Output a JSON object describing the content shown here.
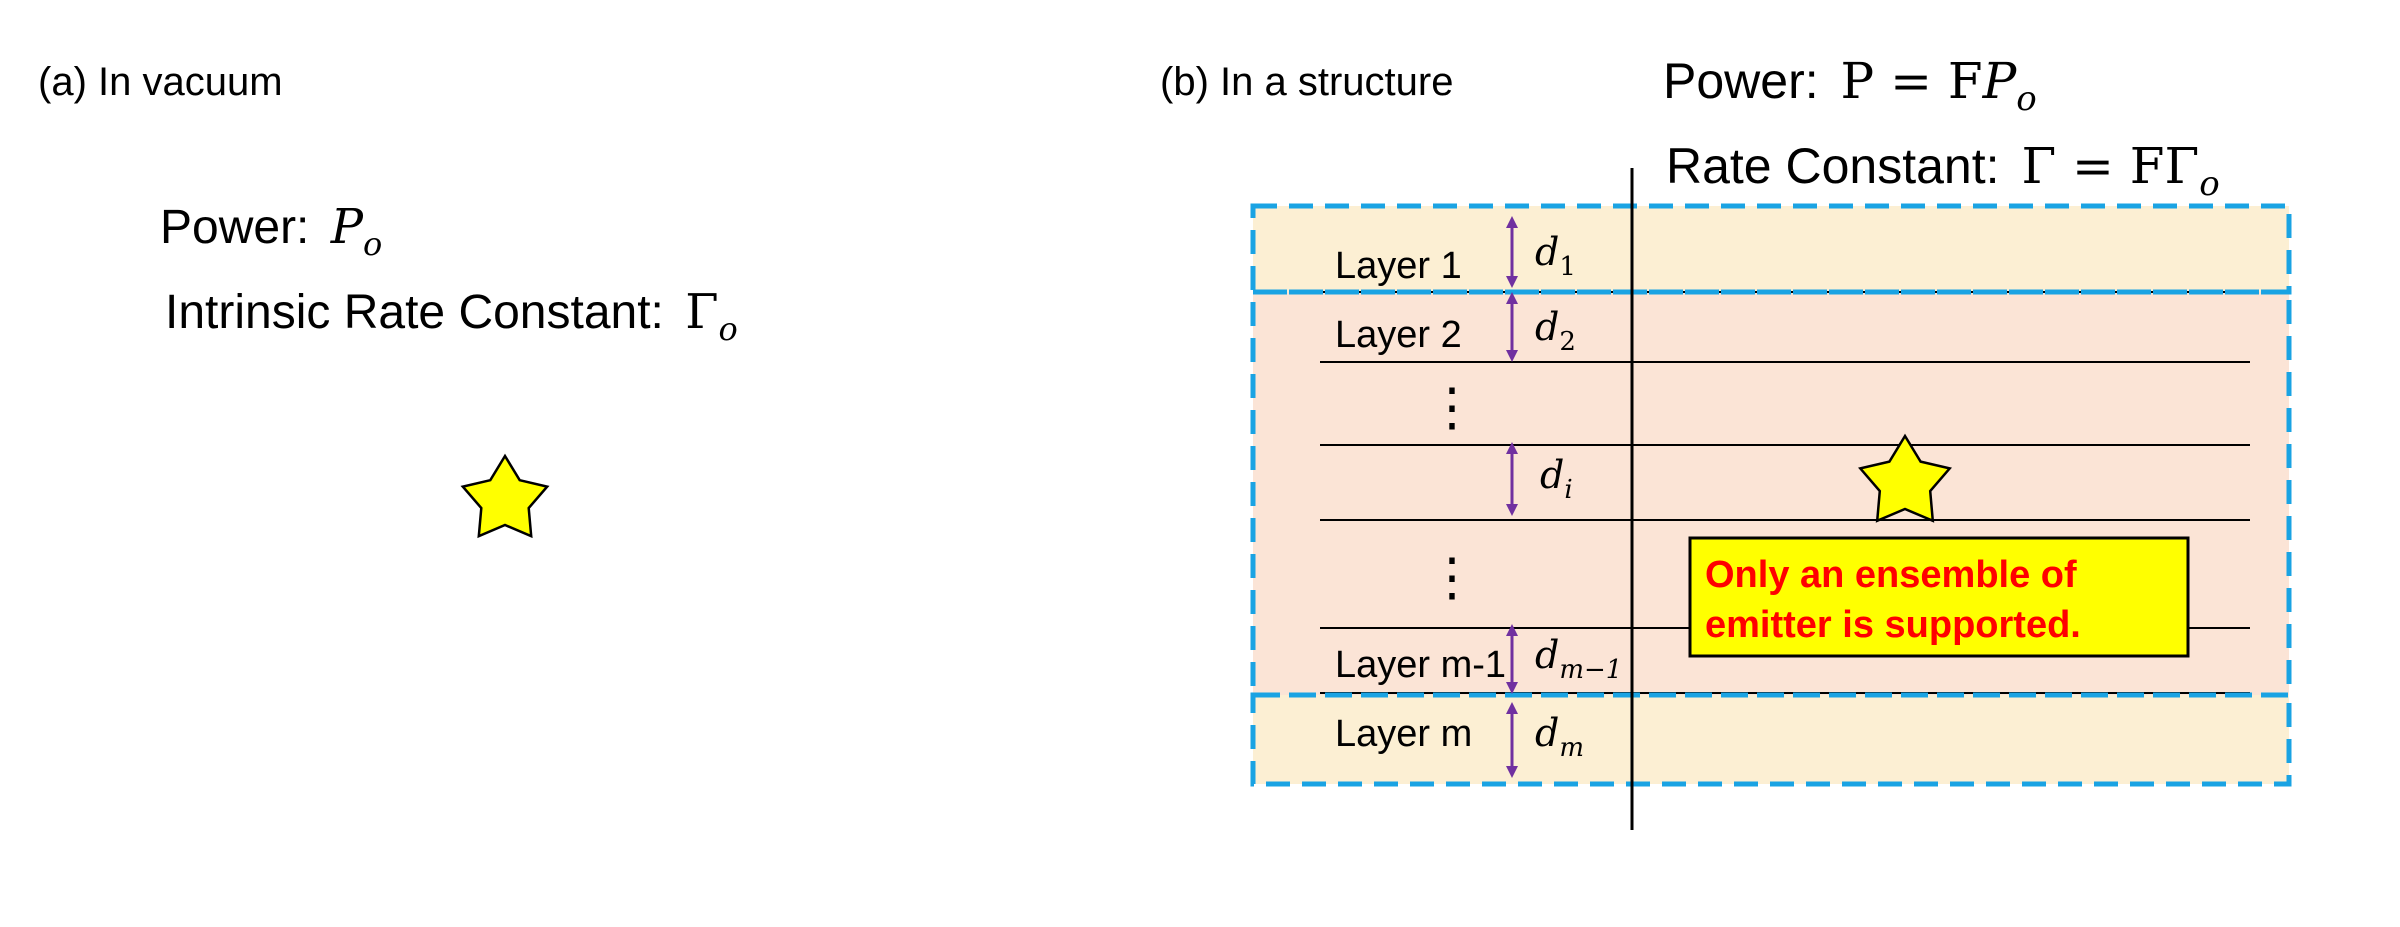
{
  "panel_a": {
    "label": "(a) In vacuum",
    "power_label": "Power:",
    "power_sym": "P",
    "power_sub": "o",
    "rate_label": "Intrinsic Rate Constant:",
    "rate_sym": "Γ",
    "rate_sub": "o"
  },
  "panel_b": {
    "label": "(b) In a structure",
    "power_label": "Power:",
    "power_eq": "P = F",
    "power_sym": "P",
    "power_sub": "o",
    "rate_label": "Rate Constant:",
    "rate_eq": "Γ = FΓ",
    "rate_sub": "o",
    "layers": [
      {
        "name": "Layer 1",
        "thickness": "d",
        "sub": "1"
      },
      {
        "name": "Layer 2",
        "thickness": "d",
        "sub": "2"
      },
      {
        "name": "",
        "thickness": "d",
        "sub": "i"
      },
      {
        "name": "Layer m-1",
        "thickness": "d",
        "sub": "m−1"
      },
      {
        "name": "Layer m",
        "thickness": "d",
        "sub": "m"
      }
    ],
    "ellipsis": "⋮",
    "note_line1": "Only an ensemble of",
    "note_line2": "emitter is supported."
  },
  "colors": {
    "outer_layer_fill": "#fcefd3",
    "inner_layer_fill": "#fbe4d6",
    "dashed_border": "#1aa3e3",
    "arrow": "#7030a0",
    "star_fill": "#ffff00",
    "note_fill": "#ffff00",
    "note_text": "#ff0000"
  },
  "icons": {
    "emitter": "star-icon"
  }
}
